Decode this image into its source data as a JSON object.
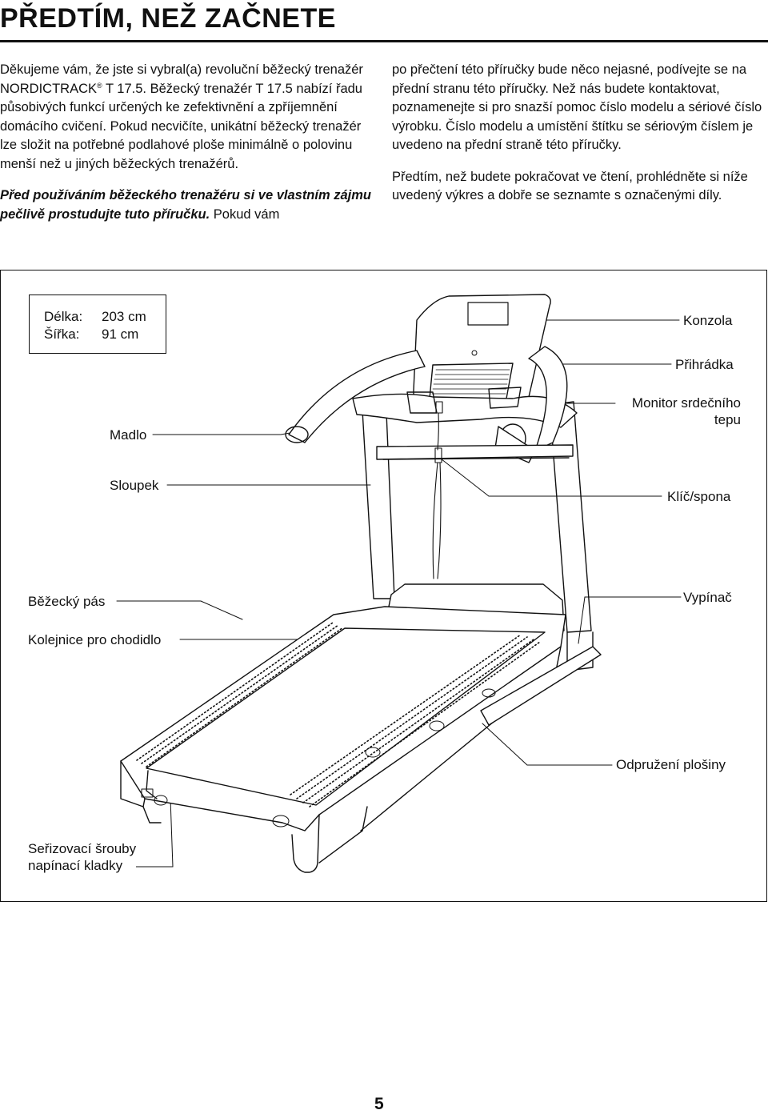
{
  "title": "PŘEDTÍM, NEŽ ZAČNETE",
  "left": {
    "p1_a": "Děkujeme vám, že jste si vybral(a) revoluční běžecký trenažér NORDICTRACK",
    "p1_reg": "®",
    "p1_b": " T 17.5. Běžecký trenažér T 17.5 nabízí řadu působivých funkcí určených ke zefektivnění a zpříjemnění domácího cvičení. Pokud necvičíte, unikátní běžecký trenažér lze složit na potřebné podlahové ploše minimálně o polovinu menší než u jiných běžeckých trenažérů.",
    "p2_bold": "Před používáním běžeckého trenažéru si ve vlastním zájmu pečlivě prostudujte tuto příručku.",
    "p2_rest": " Pokud vám"
  },
  "right": {
    "p1": "po přečtení této příručky bude něco nejasné, podívejte se na přední stranu této příručky. Než nás budete kontaktovat, poznamenejte si pro snazší pomoc číslo modelu a sériové číslo výrobku. Číslo modelu a umístění štítku se sériovým číslem je uvedeno na přední straně této příručky.",
    "p2": "Předtím, než budete pokračovat ve čtení, prohlédněte si níže uvedený výkres a dobře se seznamte s označenými díly."
  },
  "dimensions": {
    "length_label": "Délka:",
    "length_value": "203 cm",
    "width_label": "Šířka:",
    "width_value": "91 cm"
  },
  "labels": {
    "konzola": "Konzola",
    "prihradka": "Přihrádka",
    "monitor_1": "Monitor srdečního",
    "monitor_2": "tepu",
    "madlo": "Madlo",
    "sloupek": "Sloupek",
    "klic": "Klíč/spona",
    "bezecky_pas": "Běžecký pás",
    "vypinac": "Vypínač",
    "kolejnice": "Kolejnice pro chodidlo",
    "odpruzeni": "Odpružení plošiny",
    "serizovaci_1": "Seřizovací šrouby",
    "serizovaci_2": "napínací kladky"
  },
  "page_number": "5"
}
